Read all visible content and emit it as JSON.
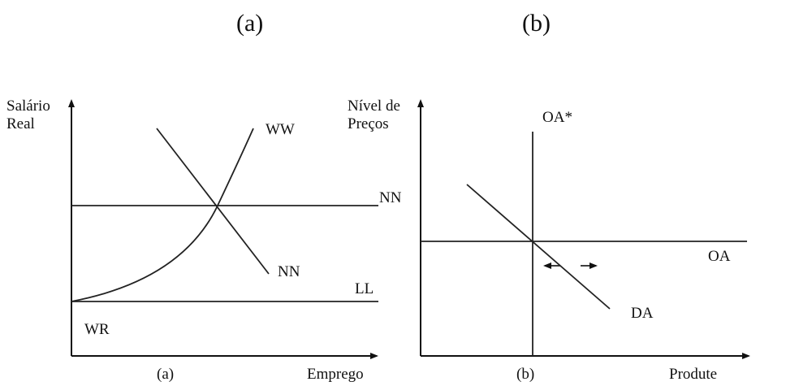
{
  "headings": {
    "a": "(a)",
    "b": "(b)"
  },
  "panel_a": {
    "y_axis_label": [
      "Salário",
      "Real"
    ],
    "x_axis_label": "Emprego",
    "caption": "(a)",
    "curves": {
      "ww": "WW",
      "nn_horizontal": "NN",
      "nn_sloped": "NN",
      "ll": "LL",
      "wr": "WR"
    }
  },
  "panel_b": {
    "y_axis_label": [
      "Nível de",
      "Preços"
    ],
    "x_axis_label": "Produte",
    "caption": "(b)",
    "curves": {
      "oa_star": "OA*",
      "oa": "OA",
      "da": "DA"
    }
  }
}
